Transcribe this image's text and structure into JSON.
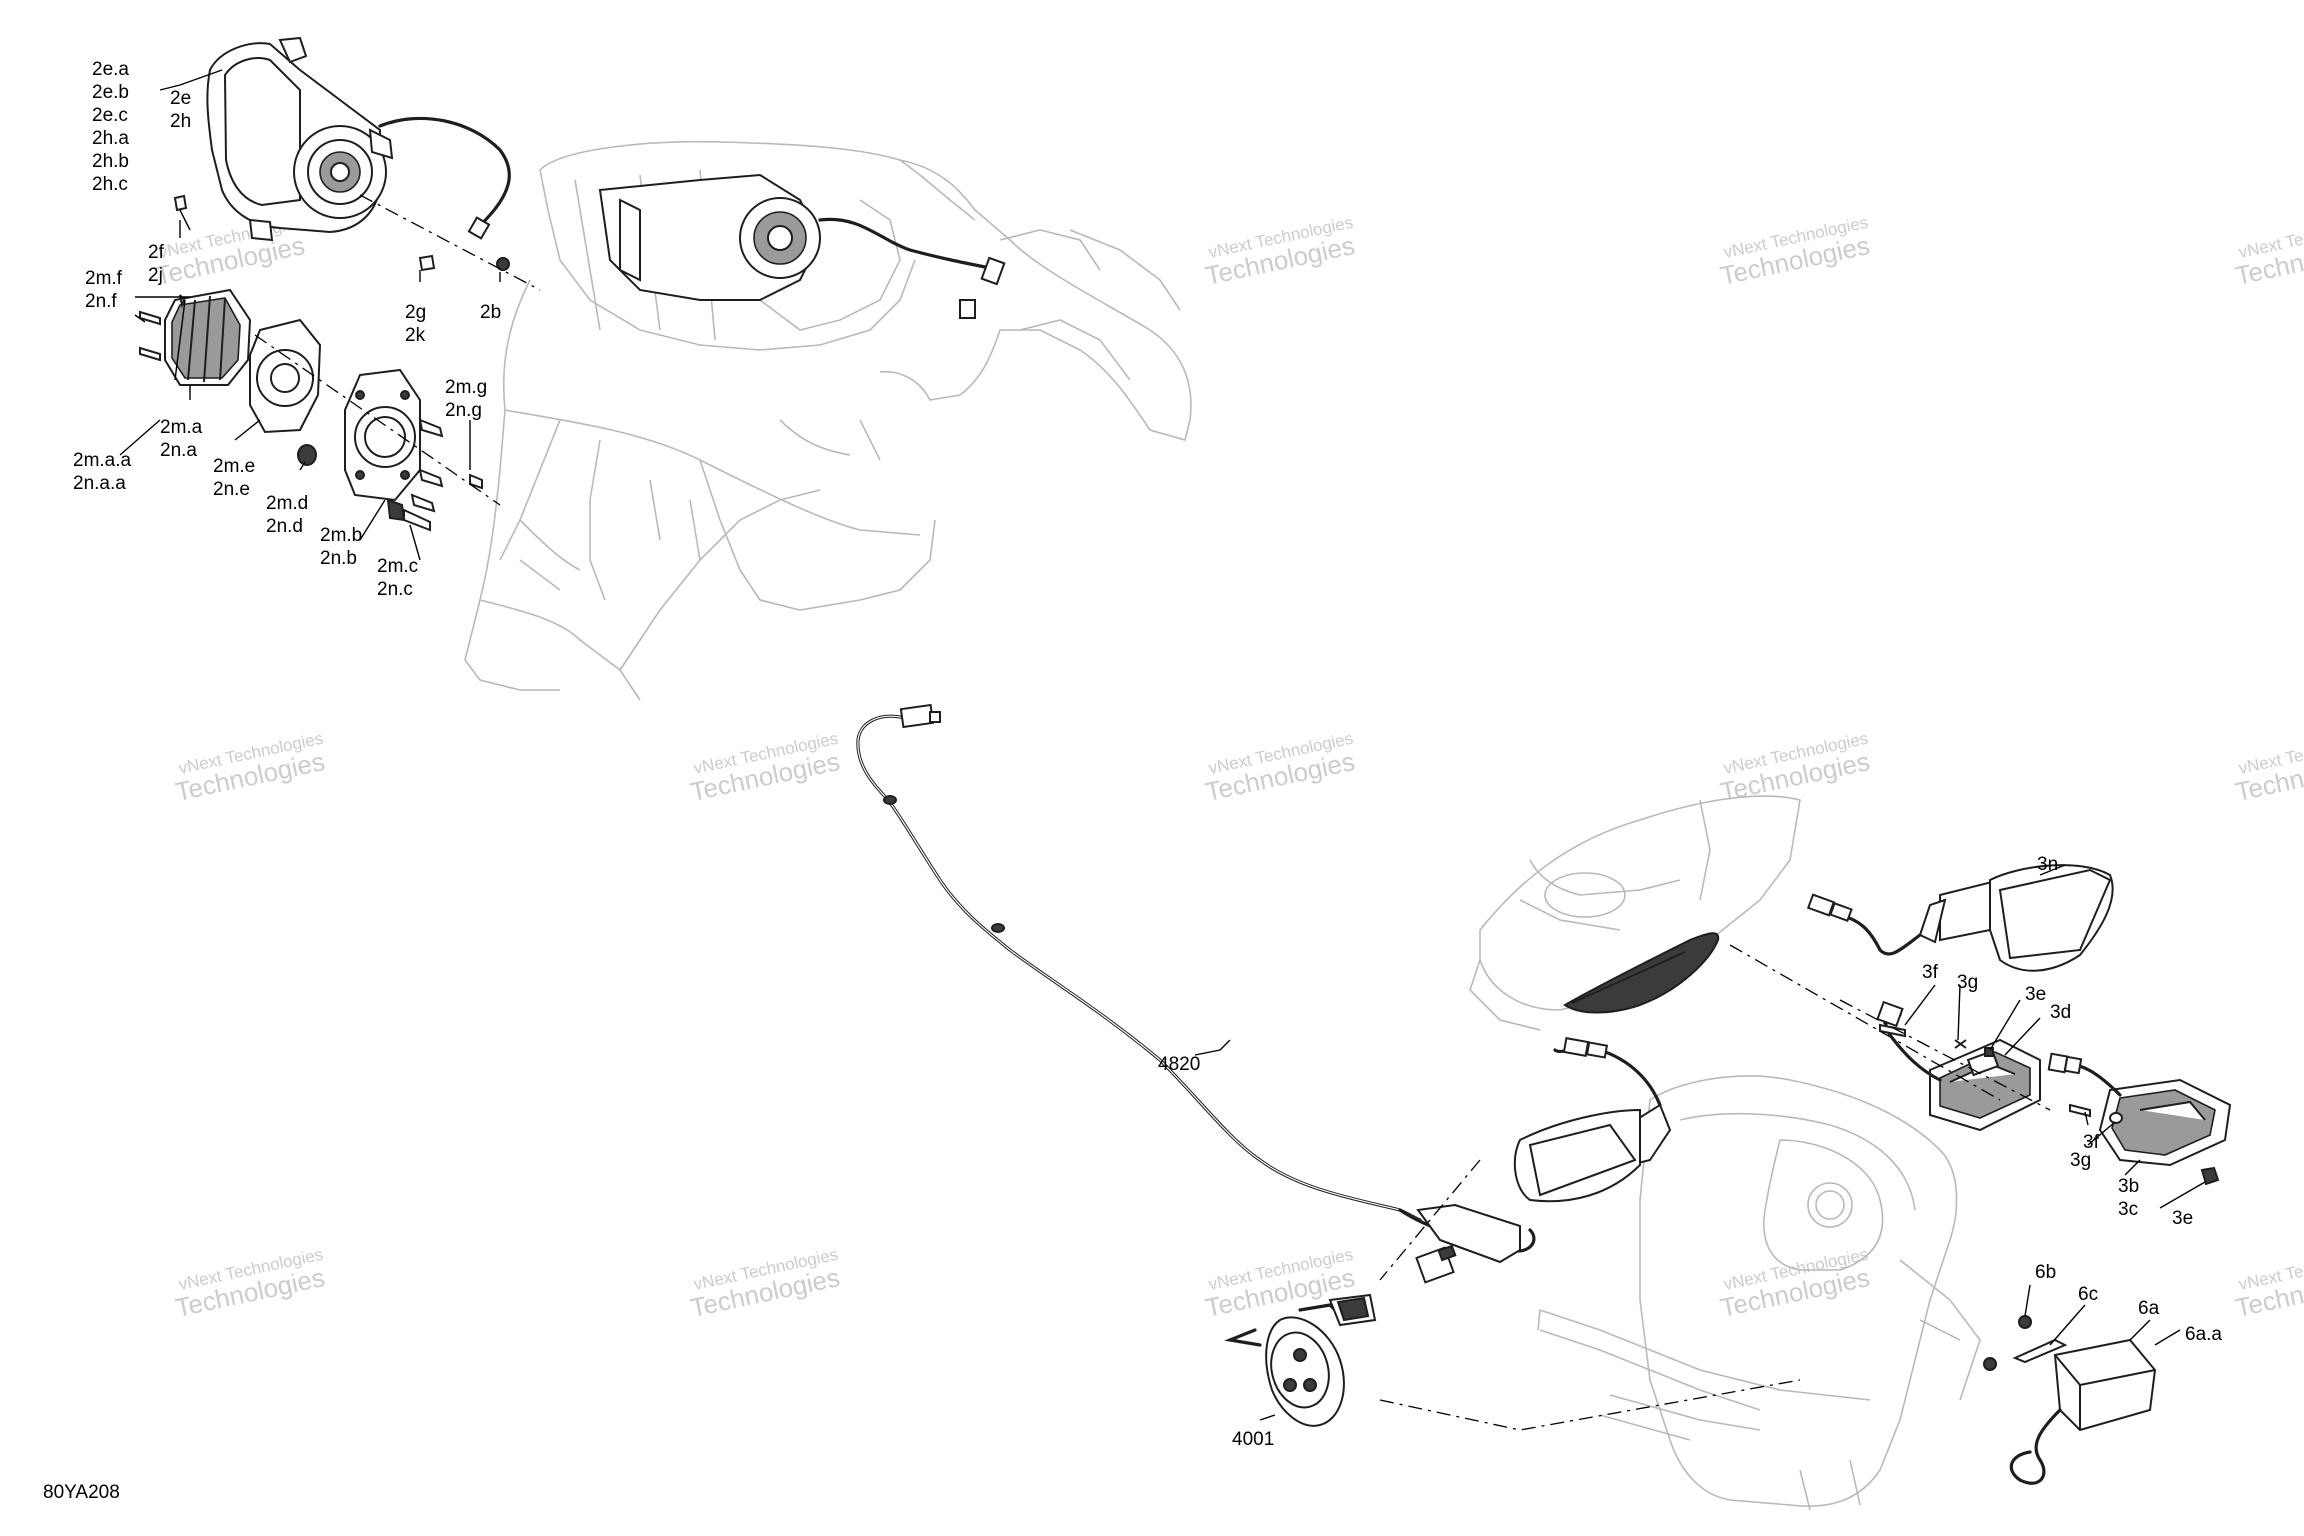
{
  "drawing": {
    "reference": "80YA208",
    "watermark_line1": "vNext Technologies",
    "watermark_line2": "Technologies"
  },
  "callouts": {
    "c_2e_a": "2e.a",
    "c_2e_b": "2e.b",
    "c_2e_c": "2e.c",
    "c_2h_a": "2h.a",
    "c_2h_b": "2h.b",
    "c_2h_c": "2h.c",
    "c_2e": "2e",
    "c_2h": "2h",
    "c_2f": "2f",
    "c_2j": "2j",
    "c_2g": "2g",
    "c_2k": "2k",
    "c_2b": "2b",
    "c_2m_f": "2m.f",
    "c_2n_f": "2n.f",
    "c_2m_a": "2m.a",
    "c_2n_a": "2n.a",
    "c_2m_a_a": "2m.a.a",
    "c_2n_a_a": "2n.a.a",
    "c_2m_e": "2m.e",
    "c_2n_e": "2n.e",
    "c_2m_d": "2m.d",
    "c_2n_d": "2n.d",
    "c_2m_b": "2m.b",
    "c_2n_b": "2n.b",
    "c_2m_c": "2m.c",
    "c_2n_c": "2n.c",
    "c_2m_g": "2m.g",
    "c_2n_g": "2n.g",
    "c_4820": "4820",
    "c_4001": "4001",
    "c_3n": "3n",
    "c_3f_top": "3f",
    "c_3g_top": "3g",
    "c_3e_top": "3e",
    "c_3d": "3d",
    "c_3f_bot": "3f",
    "c_3g_bot": "3g",
    "c_3b": "3b",
    "c_3c": "3c",
    "c_3e_bot": "3e",
    "c_6b": "6b",
    "c_6c": "6c",
    "c_6a": "6a",
    "c_6a_a": "6a.a"
  }
}
